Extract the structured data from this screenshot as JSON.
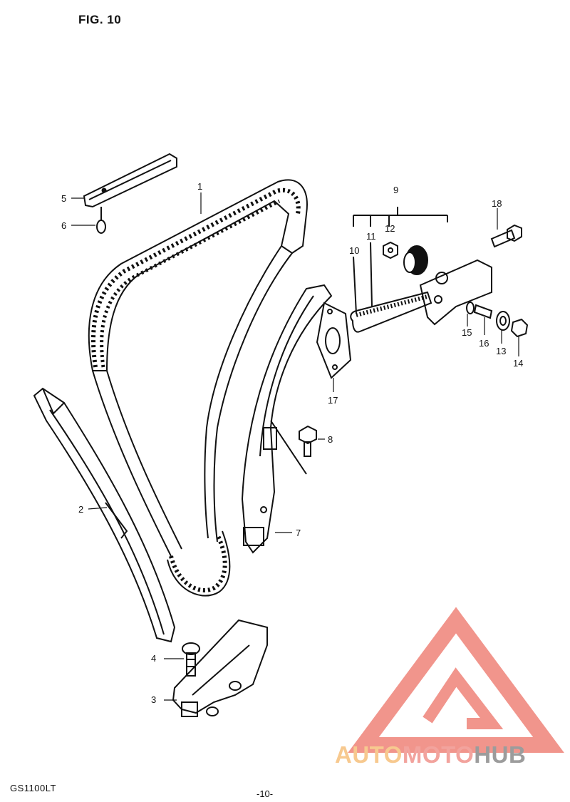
{
  "figure": {
    "title": "FIG. 10"
  },
  "callouts": [
    {
      "id": "1",
      "label": "1"
    },
    {
      "id": "2",
      "label": "2"
    },
    {
      "id": "3",
      "label": "3"
    },
    {
      "id": "4",
      "label": "4"
    },
    {
      "id": "5",
      "label": "5"
    },
    {
      "id": "6",
      "label": "6"
    },
    {
      "id": "7",
      "label": "7"
    },
    {
      "id": "8",
      "label": "8"
    },
    {
      "id": "9",
      "label": "9"
    },
    {
      "id": "10",
      "label": "10"
    },
    {
      "id": "11",
      "label": "11"
    },
    {
      "id": "12",
      "label": "12"
    },
    {
      "id": "13",
      "label": "13"
    },
    {
      "id": "14",
      "label": "14"
    },
    {
      "id": "15",
      "label": "15"
    },
    {
      "id": "16",
      "label": "16"
    },
    {
      "id": "17",
      "label": "17"
    },
    {
      "id": "18",
      "label": "18"
    }
  ],
  "footer": {
    "model_code": "GS1100LT",
    "page": "-10-"
  },
  "watermark": {
    "part1": "AUTO",
    "part2": "MOTO",
    "part3": "HUB",
    "colors": {
      "auto": "#f7c98f",
      "moto": "#f2a39d",
      "hub": "#9c9c9c",
      "triangle": "#f08a80"
    }
  }
}
